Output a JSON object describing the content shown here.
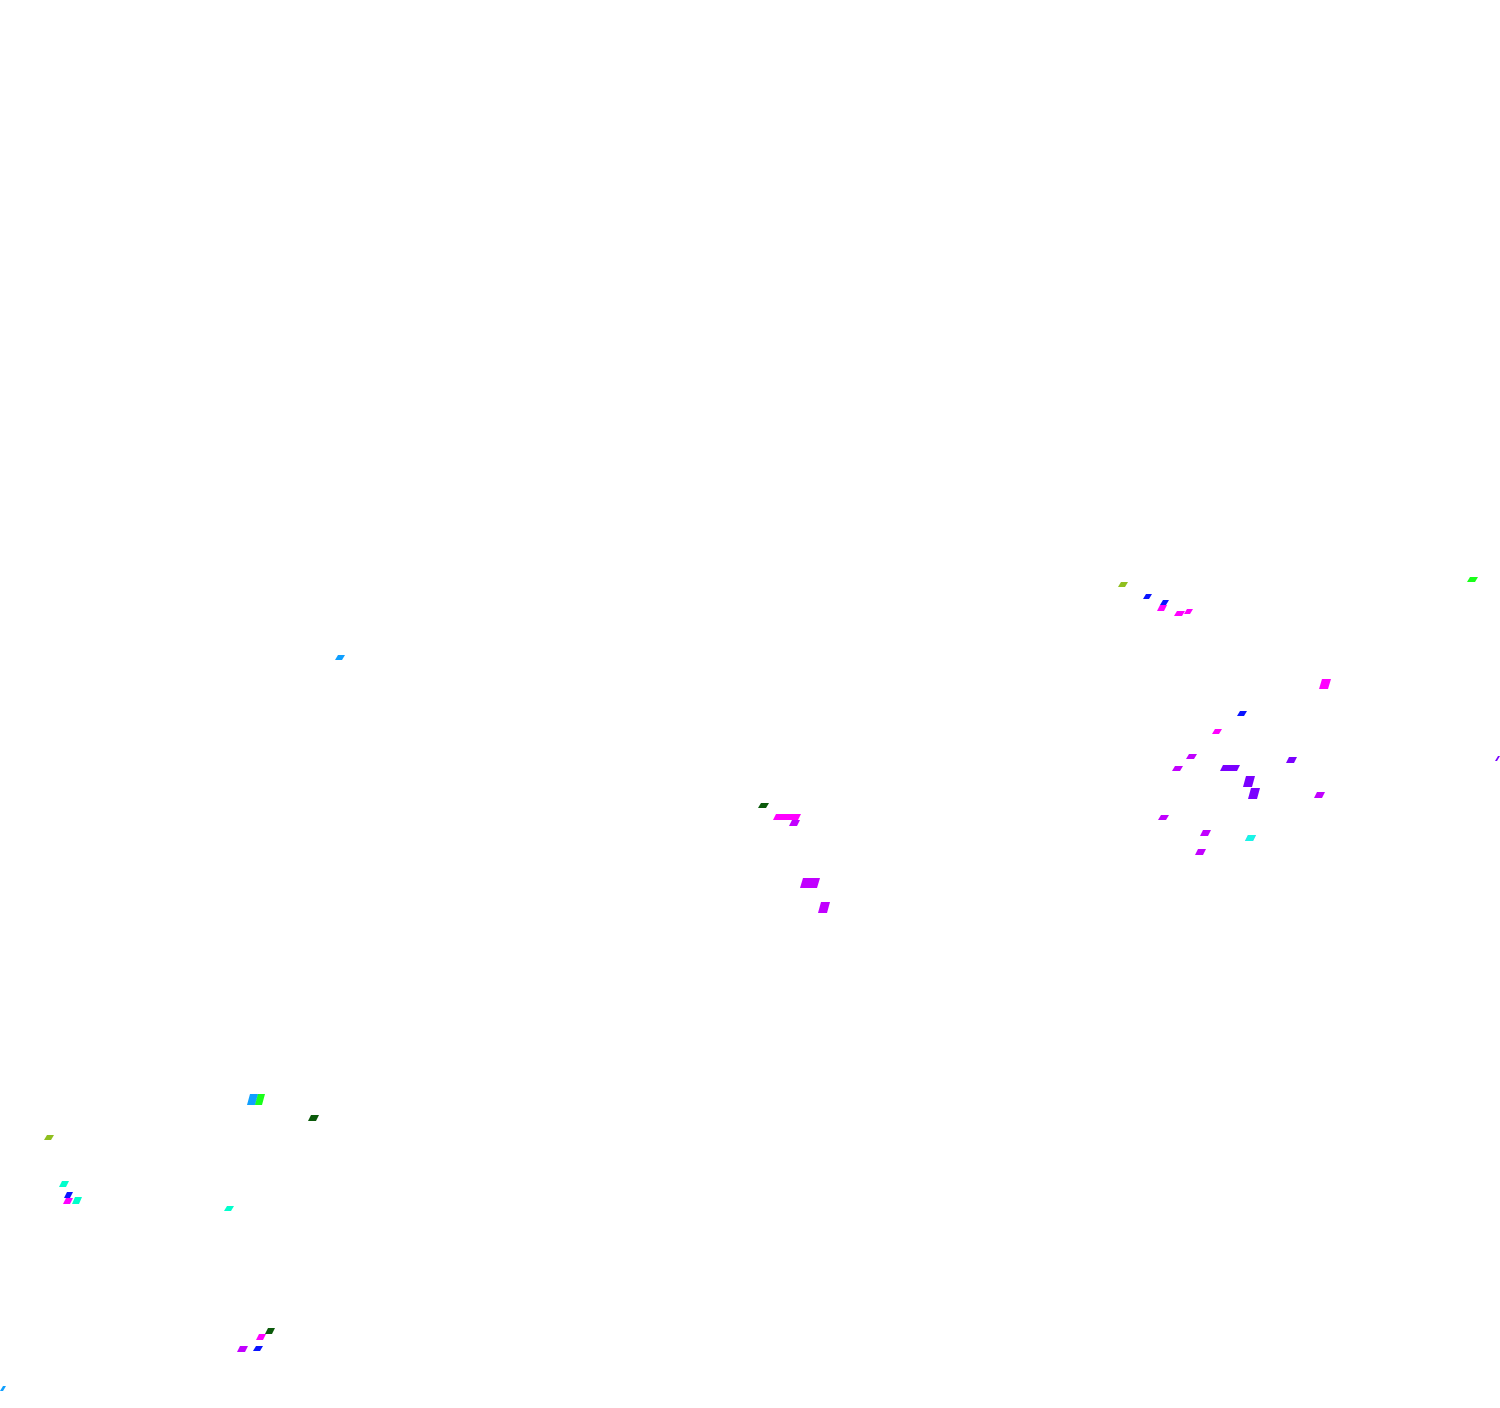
{
  "map": {
    "background_color": "#ffffff",
    "marker_shape": "parallelogram",
    "palette": {
      "yellow-green": "#8fbf1f",
      "blue": "#0a14ff",
      "magenta": "#ff00ff",
      "violet": "#a300ff",
      "indigo": "#7a00ff",
      "purple": "#c100ff",
      "sky-blue": "#0f9fff",
      "dark-green": "#0b5a0b",
      "green": "#19ff19",
      "aqua": "#00ffcc",
      "cyan": "#18f6e6"
    },
    "clusters": [
      {
        "name": "northeast-cluster",
        "marker_colors": [
          "yellow-green",
          "blue",
          "blue",
          "magenta",
          "magenta",
          "magenta",
          "green"
        ]
      },
      {
        "name": "east-cluster",
        "marker_colors": [
          "magenta",
          "blue",
          "magenta",
          "purple",
          "purple",
          "indigo",
          "indigo",
          "indigo",
          "indigo",
          "purple",
          "purple",
          "purple",
          "indigo",
          "purple",
          "indigo",
          "cyan"
        ]
      },
      {
        "name": "center-cluster",
        "marker_colors": [
          "dark-green",
          "magenta",
          "purple",
          "purple",
          "purple"
        ]
      },
      {
        "name": "west-cluster",
        "marker_colors": [
          "sky-blue"
        ]
      },
      {
        "name": "southwest-cluster",
        "marker_colors": [
          "sky-blue",
          "green",
          "dark-green",
          "yellow-green",
          "aqua",
          "blue",
          "magenta",
          "aqua",
          "aqua"
        ]
      },
      {
        "name": "south-cluster",
        "marker_colors": [
          "dark-green",
          "magenta",
          "purple",
          "blue",
          "sky-blue"
        ]
      }
    ]
  }
}
